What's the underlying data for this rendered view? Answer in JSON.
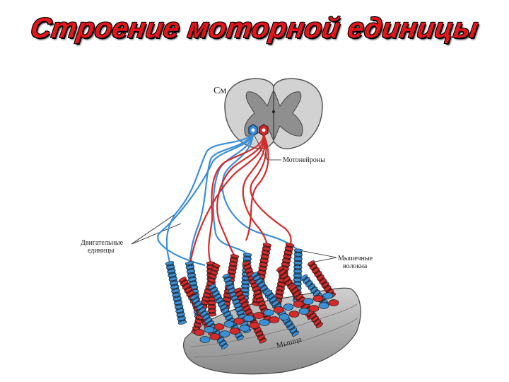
{
  "slide": {
    "title": "Строение моторной единицы"
  },
  "diagram": {
    "spinal_cord_label": "См",
    "motoneurons_label": "Мотонейроны",
    "motor_units_label_line1": "Двигательные",
    "motor_units_label_line2": "единицы",
    "muscle_fibers_label_line1": "Мышечные",
    "muscle_fibers_label_line2": "волокна",
    "muscle_label": "Мышца",
    "colors": {
      "unit_red": "#d42a2a",
      "unit_blue": "#3b8fd6",
      "grey_matter": "#8f8f8f",
      "white_matter": "#d2d2d2",
      "muscle": "#b9b9b9",
      "title": "#e8141b"
    }
  }
}
